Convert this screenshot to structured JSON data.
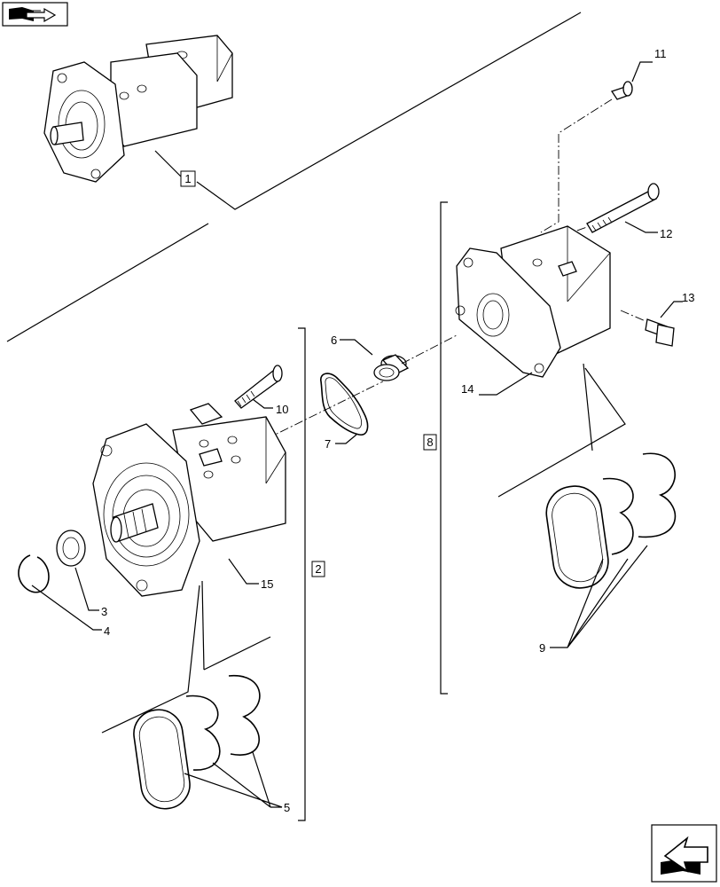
{
  "diagram": {
    "callouts": {
      "c1": "1",
      "c2": "2",
      "c3": "3",
      "c4": "4",
      "c5": "5",
      "c6": "6",
      "c7": "7",
      "c8": "8",
      "c9": "9",
      "c10": "10",
      "c11": "11",
      "c12": "12",
      "c13": "13",
      "c14": "14",
      "c15": "15"
    },
    "icons": {
      "top_left": "book-arrow-icon",
      "bottom_right": "next-page-arrow-icon"
    }
  }
}
